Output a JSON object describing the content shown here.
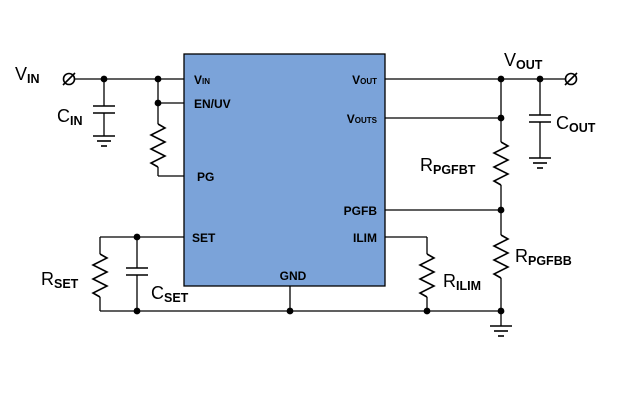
{
  "colors": {
    "ic_fill": "#7ba3d9",
    "line": "#000000",
    "background": "#ffffff"
  },
  "ic": {
    "pins_left": {
      "vin": {
        "main": "V",
        "sub": "IN"
      },
      "enuv": "EN/UV",
      "pg": "PG",
      "set": "SET"
    },
    "pins_right": {
      "vout": {
        "main": "V",
        "sub": "OUT"
      },
      "vouts": {
        "main": "V",
        "sub": "OUTS"
      },
      "pgfb": "PGFB",
      "ilim": "ILIM"
    },
    "pin_bottom": {
      "gnd": "GND"
    }
  },
  "labels": {
    "vin": {
      "main": "V",
      "sub": "IN"
    },
    "vout": {
      "main": "V",
      "sub": "OUT"
    },
    "cin": {
      "main": "C",
      "sub": "IN"
    },
    "cout": {
      "main": "C",
      "sub": "OUT"
    },
    "rpgfbt": {
      "main": "R",
      "sub": "PGFBT"
    },
    "rpgfbb": {
      "main": "R",
      "sub": "PGFBB"
    },
    "rset": {
      "main": "R",
      "sub": "SET"
    },
    "cset": {
      "main": "C",
      "sub": "SET"
    },
    "rilim": {
      "main": "R",
      "sub": "ILIM"
    }
  }
}
